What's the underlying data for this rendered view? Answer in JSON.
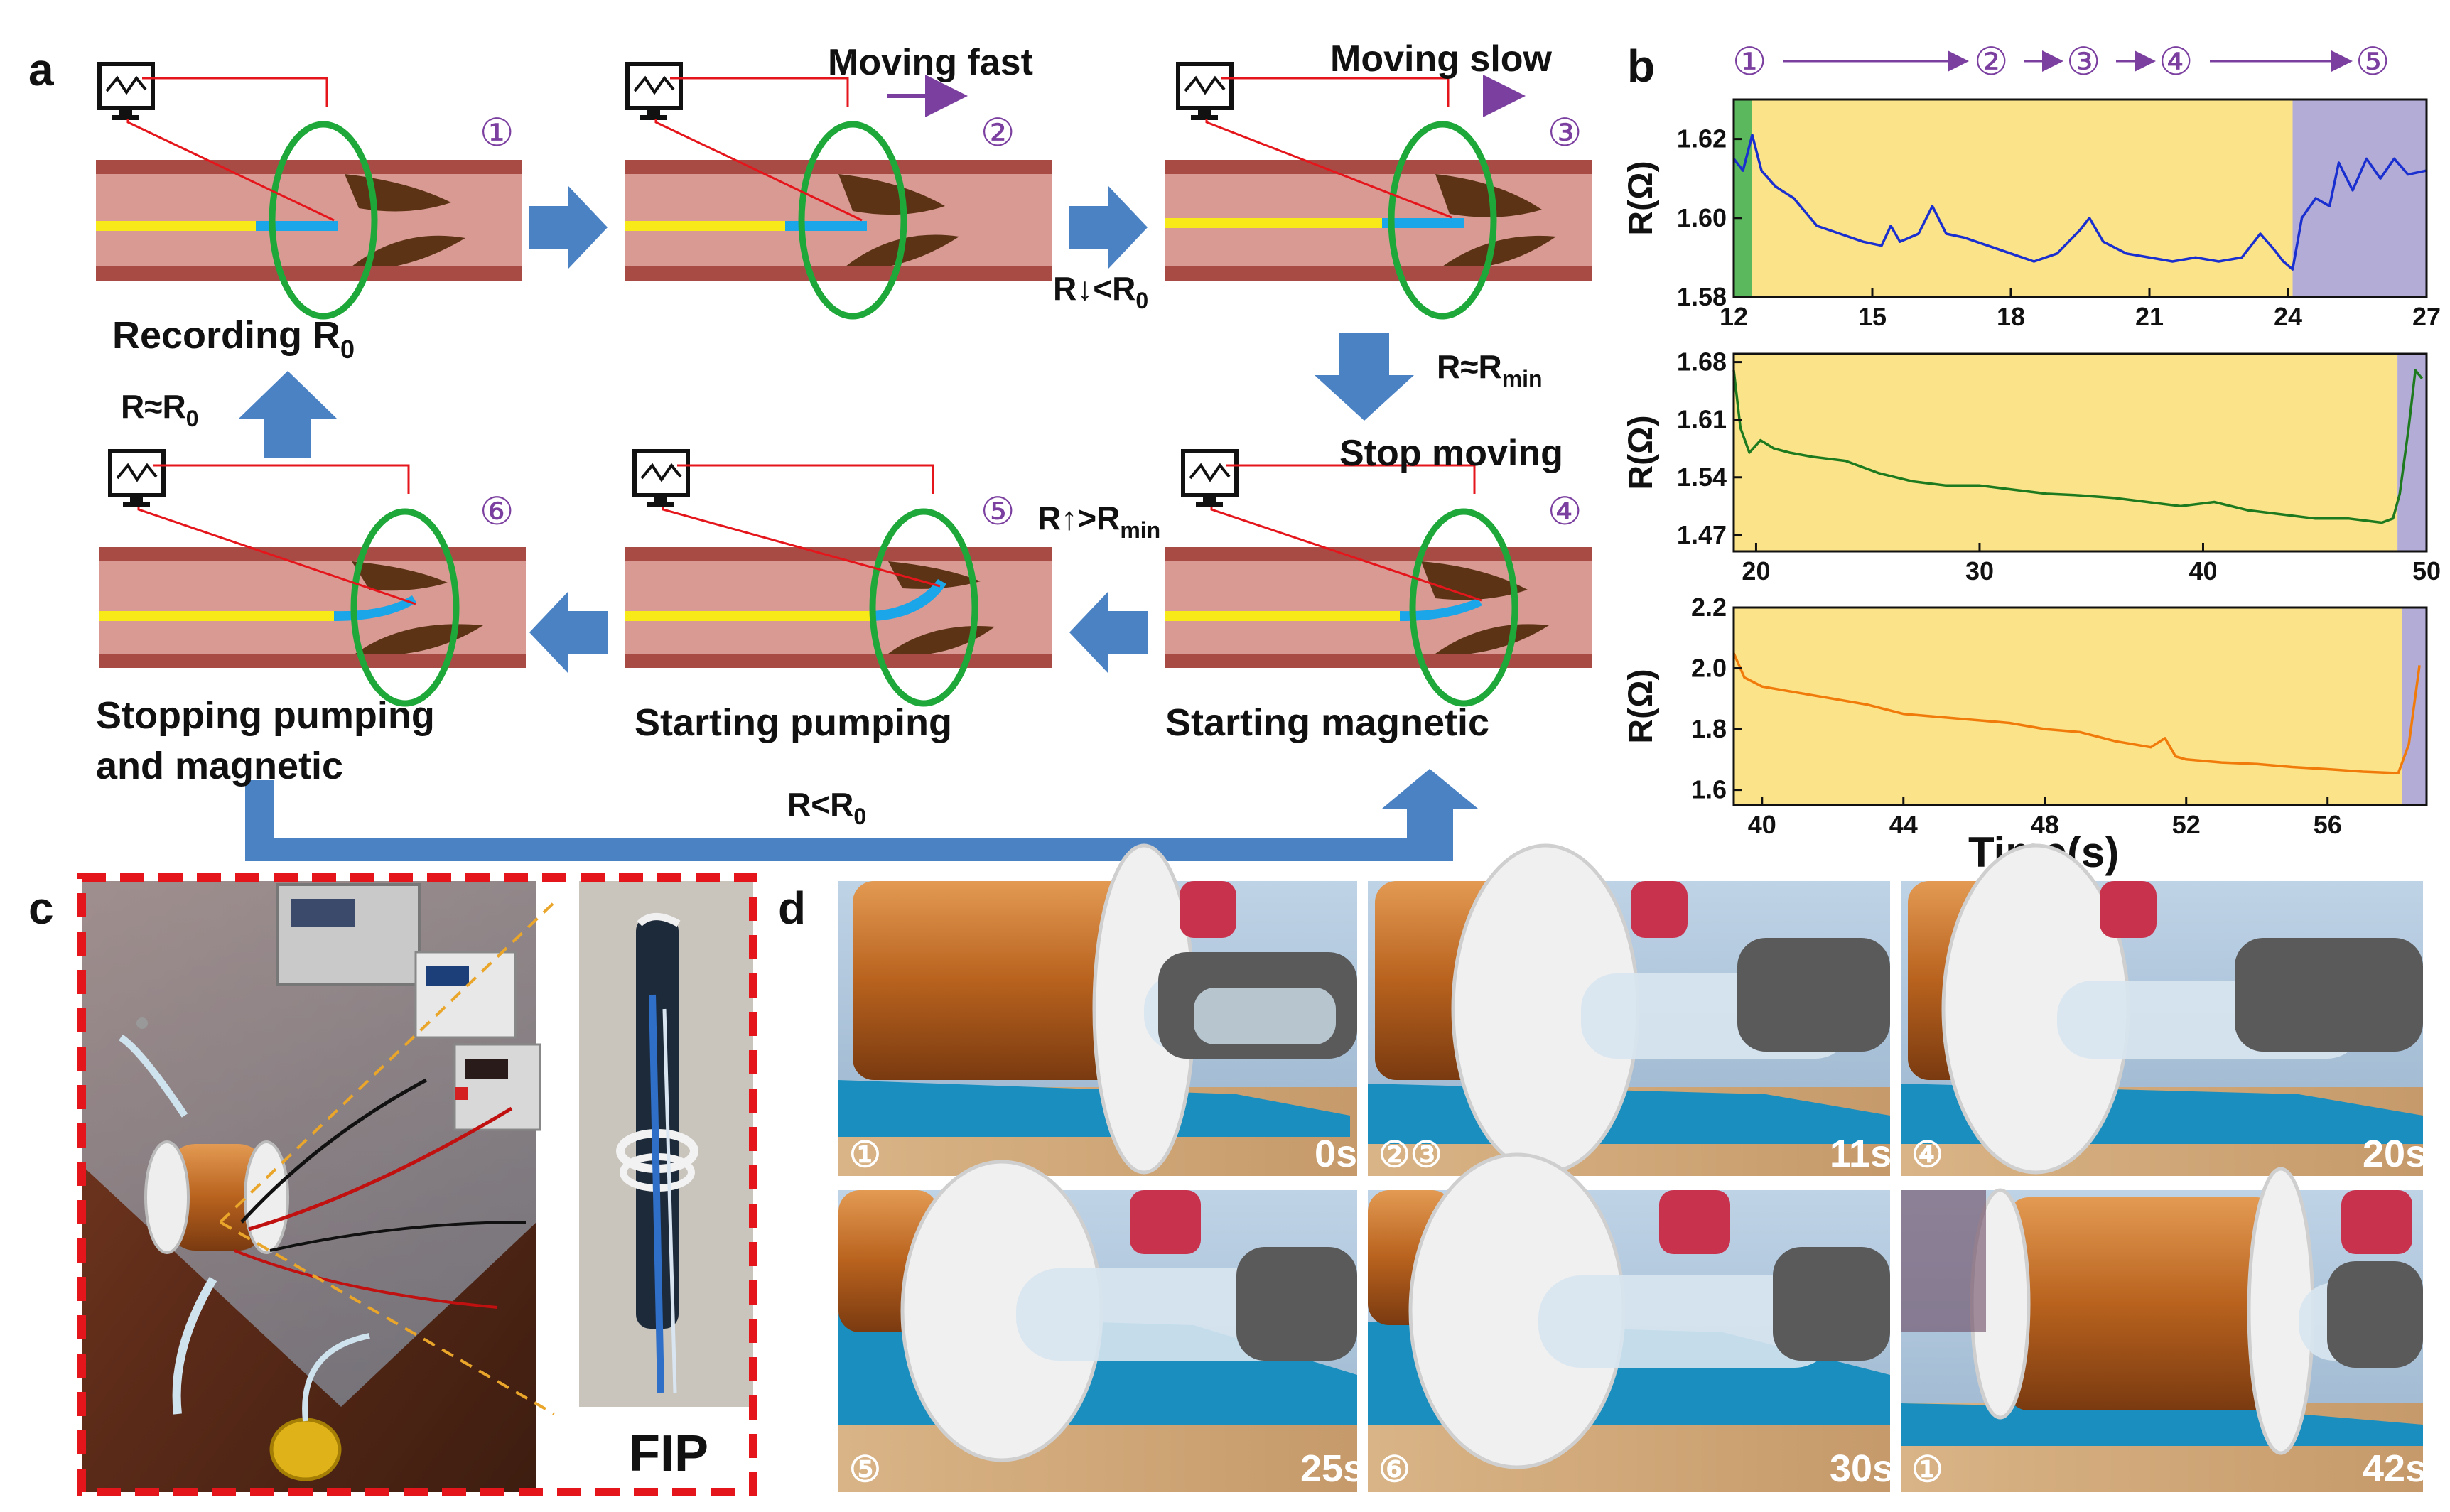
{
  "panels": {
    "a": {
      "letter": "a",
      "steps": [
        {
          "num": "①",
          "caption": "Recording R",
          "caption_sub": "0"
        },
        {
          "num": "②",
          "note": "Moving fast"
        },
        {
          "num": "③",
          "note": "Moving slow"
        },
        {
          "num": "④",
          "caption": "Starting magnetic",
          "note": "Stop moving"
        },
        {
          "num": "⑤",
          "caption": "Starting pumping"
        },
        {
          "num": "⑥",
          "caption_line1": "Stopping pumping",
          "caption_line2": "and magnetic"
        }
      ],
      "conditions": {
        "r_down": {
          "main": "R",
          "arrow": "↓",
          "rest": "<R",
          "sub": "0"
        },
        "r_min": {
          "main": "R≈R",
          "sub": "min"
        },
        "r_up": {
          "main": "R",
          "arrow": "↑",
          "rest": ">R",
          "sub": "min"
        },
        "r_back": {
          "main": "R≈R",
          "sub": "0"
        },
        "r_loop": {
          "main": "R<R",
          "sub": "0"
        }
      }
    },
    "b": {
      "letter": "b",
      "sequence": [
        "①",
        "②",
        "③",
        "④",
        "⑤"
      ],
      "x_axis_label": "Time(s)"
    },
    "c": {
      "letter": "c",
      "inset_label": "FIP"
    },
    "d": {
      "letter": "d",
      "frames": [
        {
          "marker": "①",
          "time": "0s"
        },
        {
          "marker": "②③",
          "time": "11s"
        },
        {
          "marker": "④",
          "time": "20s"
        },
        {
          "marker": "⑤",
          "time": "25s"
        },
        {
          "marker": "⑥",
          "time": "30s"
        },
        {
          "marker": "①",
          "time": "42s"
        }
      ]
    }
  },
  "chart_data": [
    {
      "type": "line",
      "ylabel": "R(Ω)",
      "xlim": [
        12,
        27
      ],
      "ylim": [
        1.58,
        1.63
      ],
      "x_ticks": [
        12,
        15,
        18,
        21,
        24,
        27
      ],
      "y_ticks": [
        1.58,
        1.6,
        1.62
      ],
      "line_color": "#1a2fcf",
      "bands": [
        {
          "from": 12,
          "to": 12.4,
          "color": "#5cb85c"
        },
        {
          "from": 12.4,
          "to": 24.1,
          "color": "#fbe38a"
        },
        {
          "from": 24.1,
          "to": 27,
          "color": "#b3acd6"
        }
      ],
      "x": [
        12.0,
        12.2,
        12.4,
        12.6,
        12.9,
        13.3,
        13.8,
        14.3,
        14.8,
        15.2,
        15.4,
        15.6,
        16.0,
        16.3,
        16.6,
        17.0,
        17.5,
        18.0,
        18.5,
        19.0,
        19.5,
        19.7,
        20.0,
        20.5,
        21.0,
        21.5,
        22.0,
        22.5,
        23.0,
        23.4,
        23.7,
        23.9,
        24.1,
        24.3,
        24.6,
        24.9,
        25.1,
        25.4,
        25.7,
        26.0,
        26.3,
        26.6,
        27.0
      ],
      "y": [
        1.615,
        1.612,
        1.621,
        1.612,
        1.608,
        1.605,
        1.598,
        1.596,
        1.594,
        1.593,
        1.598,
        1.594,
        1.596,
        1.603,
        1.596,
        1.595,
        1.593,
        1.591,
        1.589,
        1.591,
        1.597,
        1.6,
        1.594,
        1.591,
        1.59,
        1.589,
        1.59,
        1.589,
        1.59,
        1.596,
        1.592,
        1.589,
        1.587,
        1.6,
        1.605,
        1.603,
        1.614,
        1.607,
        1.615,
        1.61,
        1.615,
        1.611,
        1.612
      ]
    },
    {
      "type": "line",
      "ylabel": "R(Ω)",
      "xlim": [
        19,
        50
      ],
      "ylim": [
        1.45,
        1.69
      ],
      "x_ticks": [
        20,
        30,
        40,
        50
      ],
      "y_ticks": [
        1.47,
        1.54,
        1.61,
        1.68
      ],
      "line_color": "#1e7a1e",
      "bands": [
        {
          "from": 19,
          "to": 48.7,
          "color": "#fbe38a"
        },
        {
          "from": 48.7,
          "to": 50,
          "color": "#b3acd6"
        }
      ],
      "x": [
        19.0,
        19.3,
        19.7,
        20.2,
        20.8,
        21.5,
        22.5,
        24.0,
        25.5,
        27.0,
        28.5,
        30.0,
        31.5,
        33.0,
        34.5,
        36.0,
        37.5,
        39.0,
        40.5,
        42.0,
        43.5,
        45.0,
        46.5,
        48.0,
        48.5,
        48.8,
        49.2,
        49.5,
        49.8
      ],
      "y": [
        1.67,
        1.6,
        1.57,
        1.585,
        1.575,
        1.57,
        1.565,
        1.56,
        1.545,
        1.535,
        1.53,
        1.53,
        1.525,
        1.52,
        1.518,
        1.515,
        1.51,
        1.505,
        1.51,
        1.5,
        1.495,
        1.49,
        1.49,
        1.485,
        1.49,
        1.52,
        1.6,
        1.67,
        1.66
      ]
    },
    {
      "type": "line",
      "ylabel": "R(Ω)",
      "xlim": [
        39.2,
        58.8
      ],
      "ylim": [
        1.55,
        2.2
      ],
      "x_ticks": [
        40,
        44,
        48,
        52,
        56
      ],
      "y_ticks": [
        1.6,
        1.8,
        2.0,
        2.2
      ],
      "line_color": "#f07b0b",
      "bands": [
        {
          "from": 39.2,
          "to": 58.1,
          "color": "#fbe38a"
        },
        {
          "from": 58.1,
          "to": 58.8,
          "color": "#b3acd6"
        }
      ],
      "x": [
        39.2,
        39.5,
        40.0,
        41.0,
        42.0,
        43.0,
        44.0,
        45.0,
        46.0,
        47.0,
        48.0,
        49.0,
        50.0,
        51.0,
        51.4,
        51.7,
        52.0,
        53.0,
        54.0,
        55.0,
        56.0,
        57.0,
        58.0,
        58.3,
        58.6
      ],
      "y": [
        2.05,
        1.97,
        1.94,
        1.92,
        1.9,
        1.88,
        1.85,
        1.84,
        1.83,
        1.82,
        1.8,
        1.79,
        1.76,
        1.74,
        1.77,
        1.71,
        1.7,
        1.69,
        1.685,
        1.675,
        1.668,
        1.66,
        1.655,
        1.75,
        2.01
      ]
    }
  ]
}
